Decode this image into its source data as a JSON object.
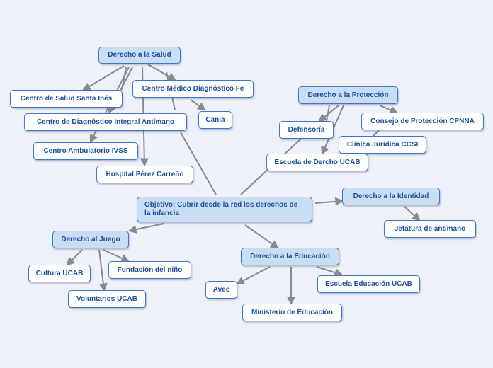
{
  "colors": {
    "background": "#eef0fa",
    "node_text": "#1c4fa0",
    "node_border": "#3b78c9",
    "main_fill": "#c9def3",
    "leaf_fill": "#ffffff",
    "connector": "#8a8a8a"
  },
  "center": {
    "label": "Objetivo: Cubrir desde la red los derechos de la infancia"
  },
  "salud": {
    "label": "Derecho a la Salud",
    "children": [
      "Centro de Salud Santa Inés",
      "Centro Médico Diagnóstico Fe",
      "Cania",
      "Centro de Diagnóstico Integral Antímano",
      "Centro Ambulatorio IVSS",
      "Hospital Pérez Carreño"
    ]
  },
  "proteccion": {
    "label": "Derecho a la Protección",
    "children": [
      "Defensoría",
      "Consejo de Protección CPNNA",
      "Clínica Jurídica CCSI",
      "Escuela de Dercho UCAB"
    ]
  },
  "identidad": {
    "label": "Derecho a la Identidad",
    "children": [
      "Jefatura de antímano"
    ]
  },
  "juego": {
    "label": "Derecho al Juego",
    "children": [
      "Cultura UCAB",
      "Fundación del niño",
      "Voluntarios UCAB"
    ]
  },
  "educacion": {
    "label": "Derecho a la Educación",
    "children": [
      "Avec",
      "Escuela Educación UCAB",
      "Ministerio de Educación"
    ]
  }
}
